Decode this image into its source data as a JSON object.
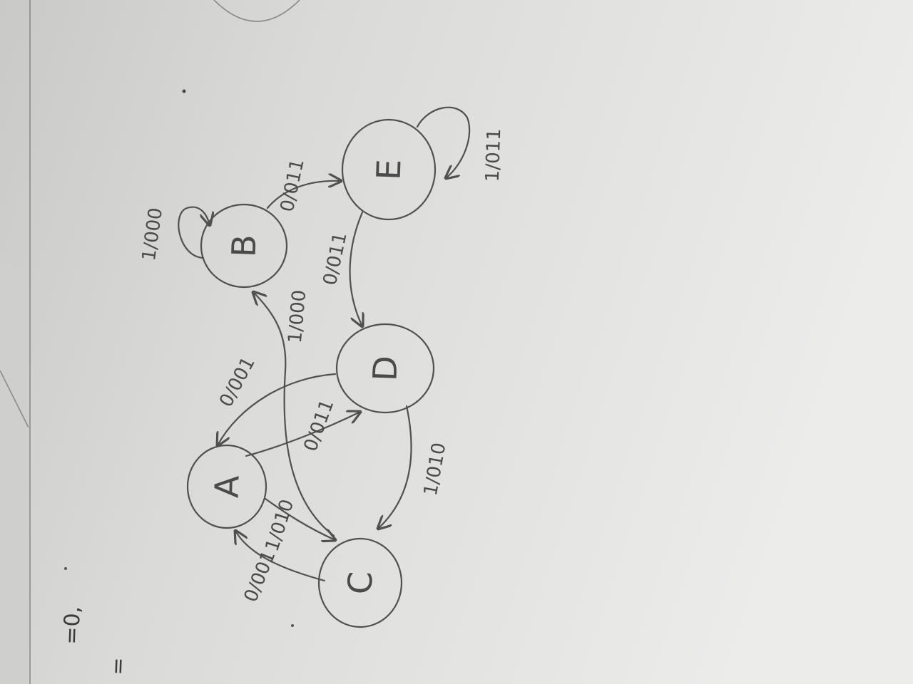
{
  "diagram": {
    "states": [
      {
        "id": "A",
        "label": "A"
      },
      {
        "id": "B",
        "label": "B"
      },
      {
        "id": "C",
        "label": "C"
      },
      {
        "id": "D",
        "label": "D"
      },
      {
        "id": "E",
        "label": "E"
      }
    ],
    "transitions": [
      {
        "from": "B",
        "to": "B",
        "label": "1/000"
      },
      {
        "from": "B",
        "to": "E",
        "label": "0/011"
      },
      {
        "from": "E",
        "to": "E",
        "label": "1/011"
      },
      {
        "from": "E",
        "to": "D",
        "label": "0/011"
      },
      {
        "from": "C",
        "to": "B",
        "label": "1/000"
      },
      {
        "from": "D",
        "to": "A",
        "label": "0/001"
      },
      {
        "from": "A",
        "to": "D",
        "label": "0/011"
      },
      {
        "from": "D",
        "to": "C",
        "label": "1/010"
      },
      {
        "from": "A",
        "to": "C",
        "label": "1/010"
      },
      {
        "from": "C",
        "to": "A",
        "label": "0/001"
      }
    ],
    "margin_text": [
      "=0,",
      "="
    ]
  }
}
